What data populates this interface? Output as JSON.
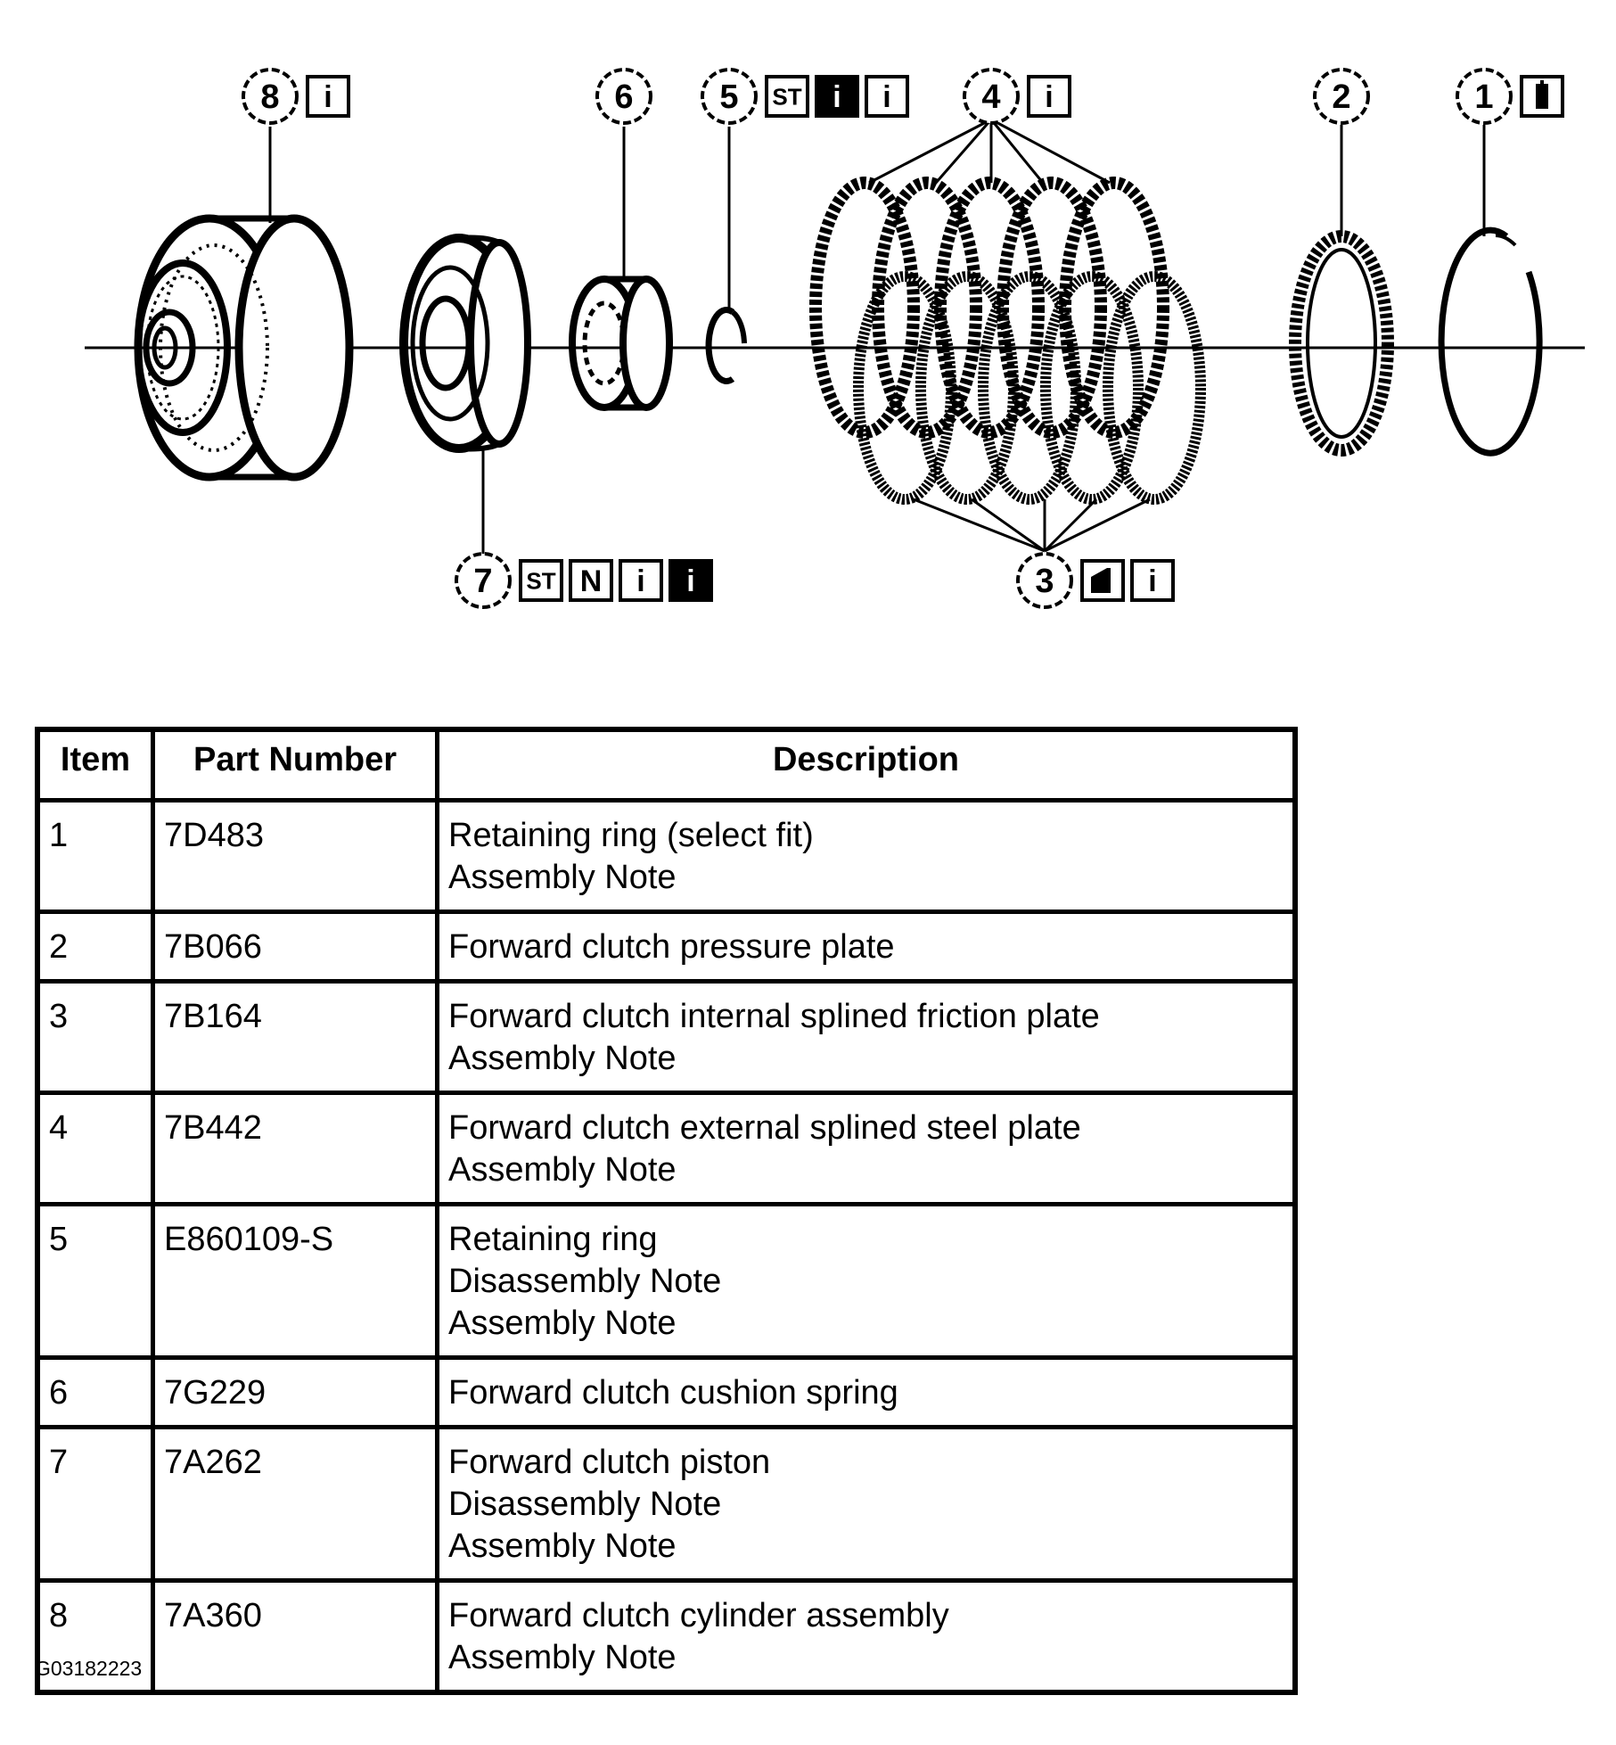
{
  "callouts": [
    {
      "num": "8",
      "symbols": [
        {
          "icon": "info-icon",
          "text": "i",
          "inverted": false
        }
      ]
    },
    {
      "num": "6",
      "symbols": []
    },
    {
      "num": "5",
      "symbols": [
        {
          "icon": "special-tool-icon",
          "text": "ST",
          "inverted": false
        },
        {
          "icon": "info-icon",
          "text": "i",
          "inverted": true
        },
        {
          "icon": "info-icon",
          "text": "i",
          "inverted": false
        }
      ]
    },
    {
      "num": "4",
      "symbols": [
        {
          "icon": "info-icon",
          "text": "i",
          "inverted": false
        }
      ]
    },
    {
      "num": "2",
      "symbols": []
    },
    {
      "num": "1",
      "symbols": [
        {
          "icon": "measure-icon",
          "text": "",
          "inverted": false
        }
      ]
    },
    {
      "num": "7",
      "symbols": [
        {
          "icon": "special-tool-icon",
          "text": "ST",
          "inverted": false
        },
        {
          "icon": "new-part-icon",
          "text": "N",
          "inverted": false
        },
        {
          "icon": "info-icon",
          "text": "i",
          "inverted": false
        },
        {
          "icon": "info-icon",
          "text": "i",
          "inverted": true
        }
      ]
    },
    {
      "num": "3",
      "symbols": [
        {
          "icon": "lubricate-icon",
          "text": "",
          "inverted": false
        },
        {
          "icon": "info-icon",
          "text": "i",
          "inverted": false
        }
      ]
    }
  ],
  "table": {
    "headers": {
      "item": "Item",
      "part_number": "Part Number",
      "description": "Description"
    },
    "rows": [
      {
        "item": "1",
        "part_number": "7D483",
        "description": [
          "Retaining ring (select fit)",
          "Assembly Note"
        ]
      },
      {
        "item": "2",
        "part_number": "7B066",
        "description": [
          "Forward clutch pressure plate"
        ]
      },
      {
        "item": "3",
        "part_number": "7B164",
        "description": [
          "Forward clutch internal splined friction plate",
          "Assembly Note"
        ]
      },
      {
        "item": "4",
        "part_number": "7B442",
        "description": [
          "Forward clutch external splined steel plate",
          "Assembly Note"
        ]
      },
      {
        "item": "5",
        "part_number": "E860109-S",
        "description": [
          "Retaining ring",
          "Disassembly Note",
          "Assembly Note"
        ]
      },
      {
        "item": "6",
        "part_number": "7G229",
        "description": [
          "Forward clutch cushion spring"
        ]
      },
      {
        "item": "7",
        "part_number": "7A262",
        "description": [
          "Forward clutch piston",
          "Disassembly Note",
          "Assembly Note"
        ]
      },
      {
        "item": "8",
        "part_number": "7A360",
        "description": [
          "Forward clutch cylinder assembly",
          "Assembly Note"
        ]
      }
    ]
  },
  "figure_id": "G03182223"
}
